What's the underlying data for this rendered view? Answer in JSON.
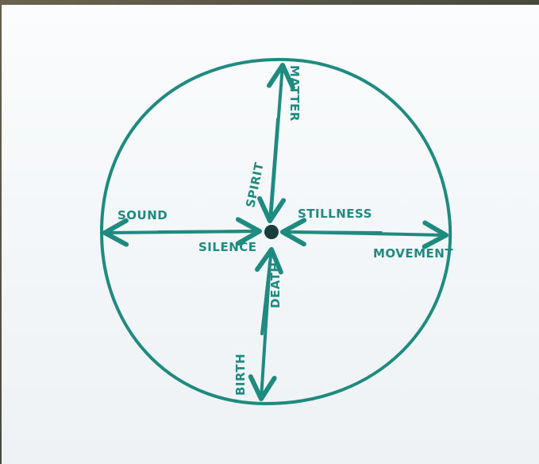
{
  "ink_color": "#1f8a80",
  "labels": {
    "matter": "MATTER",
    "spirit": "SPIRIT",
    "sound": "SOUND",
    "stillness": "STILLNESS",
    "silence": "SILENCE",
    "movement": "MOVEMENT",
    "death": "DEATH",
    "birth": "BIRTH"
  }
}
